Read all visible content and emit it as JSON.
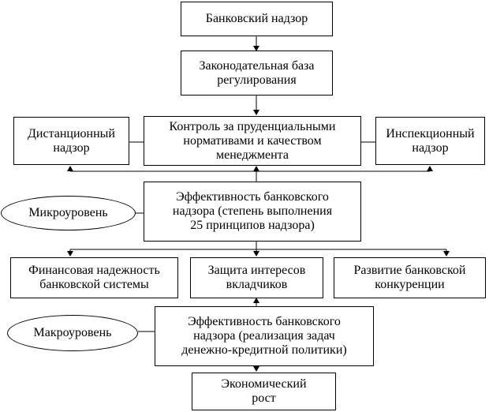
{
  "nodes": {
    "bank_supervision": "Банковский надзор",
    "legal_base": "Законодательная база\nрегулирования",
    "remote_supervision": "Дистанционный\nнадзор",
    "prudential_control": "Контроль за пруденциальными\nнормативами и качеством\nменеджмента",
    "inspection_supervision": "Инспекционный\nнадзор",
    "efficiency_micro": "Эффективность банковского\nнадзора (степень выполнения\n25 принципов надзора)",
    "micro_level": "Микроуровень",
    "financial_reliability": "Финансовая надежность\nбанковской системы",
    "depositor_protection": "Защита интересов\nвкладчиков",
    "competition_development": "Развитие банковской\nконкуренции",
    "macro_level": "Макроуровень",
    "efficiency_macro": "Эффективность банковского\nнадзора (реализация задач\nденежно-кредитной политики)",
    "economic_growth": "Экономический\nрост"
  }
}
